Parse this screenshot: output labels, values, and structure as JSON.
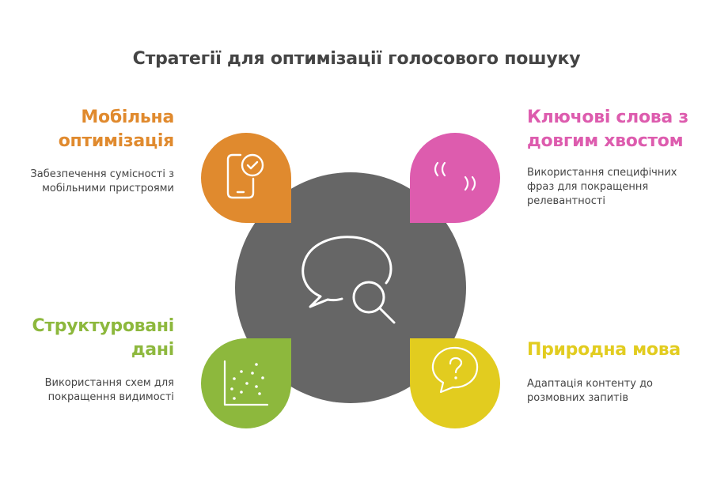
{
  "title": "Стратегії для оптимізації голосового пошуку",
  "colors": {
    "center": "#666666",
    "mobile": "#E08A2E",
    "keywords": "#DD5CAE",
    "structured": "#8DB83D",
    "natural": "#E2CC1F",
    "text": "#444444"
  },
  "center": {
    "icon": "speech-bubble-search-icon"
  },
  "items": {
    "mobile": {
      "heading_line1": "Мобільна",
      "heading_line2": "оптимізація",
      "desc_line1": "Забезпечення сумісності з",
      "desc_line2": "мобільними пристроями",
      "icon": "mobile-check-icon"
    },
    "keywords": {
      "heading_line1": "Ключові слова з",
      "heading_line2": "довгим хвостом",
      "desc_line1": "Використання специфічних",
      "desc_line2": "фраз для покращення",
      "desc_line3": "релевантності",
      "icon": "quote-marks-icon"
    },
    "structured": {
      "heading_line1": "Структуровані",
      "heading_line2": "дані",
      "desc_line1": "Використання схем для",
      "desc_line2": "покращення видимості",
      "icon": "scatter-chart-icon"
    },
    "natural": {
      "heading_line1": "Природна мова",
      "desc_line1": "Адаптація контенту до",
      "desc_line2": "розмовних запитів",
      "icon": "question-bubble-icon"
    }
  }
}
